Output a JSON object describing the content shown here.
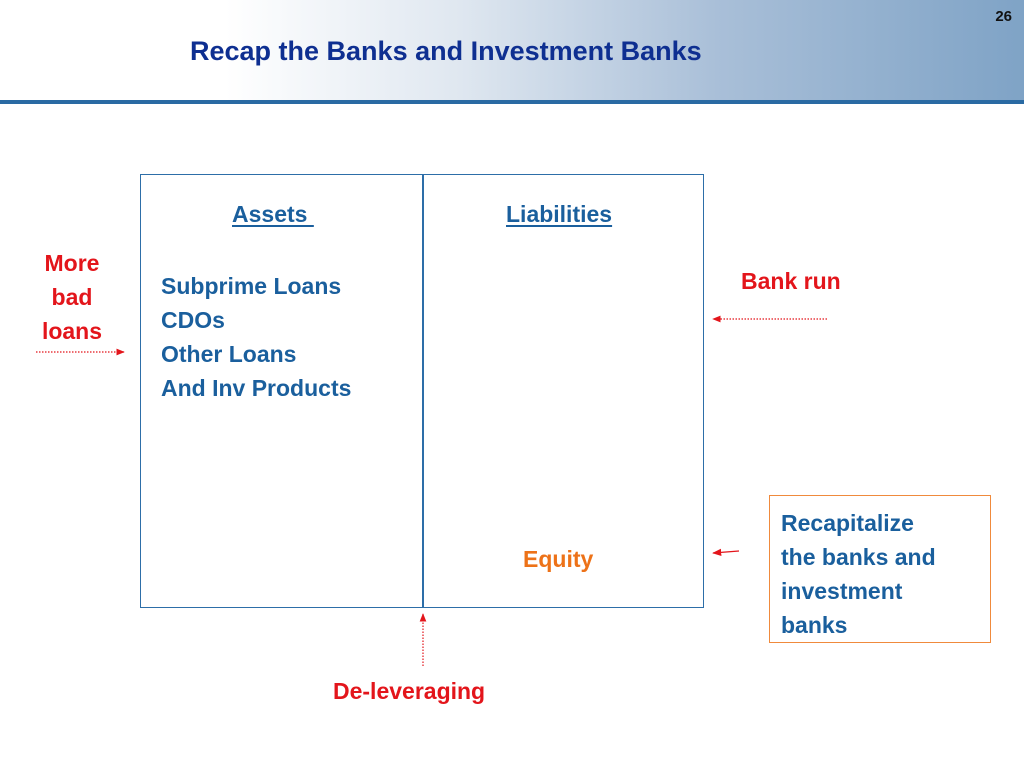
{
  "slide": {
    "title": "Recap the Banks and Investment Banks",
    "number": "26"
  },
  "ledger": {
    "assets_heading": "Assets ",
    "liabilities_heading": "Liabilities",
    "assets": [
      "Subprime Loans",
      "CDOs",
      "Other Loans",
      "And Inv Products"
    ],
    "equity_label": "Equity"
  },
  "annotations": {
    "more_bad_loans": [
      "More",
      "bad",
      "loans"
    ],
    "bank_run": "Bank run",
    "deleveraging": "De-leveraging",
    "recapitalize": [
      "Recapitalize",
      "the banks and",
      "investment",
      "banks"
    ]
  },
  "colors": {
    "title": "#0e2f91",
    "ledger_text": "#1a5f9d",
    "annotation_red": "#e3151b",
    "equity_orange": "#ed7218",
    "box_border_orange": "#f08a3c"
  }
}
